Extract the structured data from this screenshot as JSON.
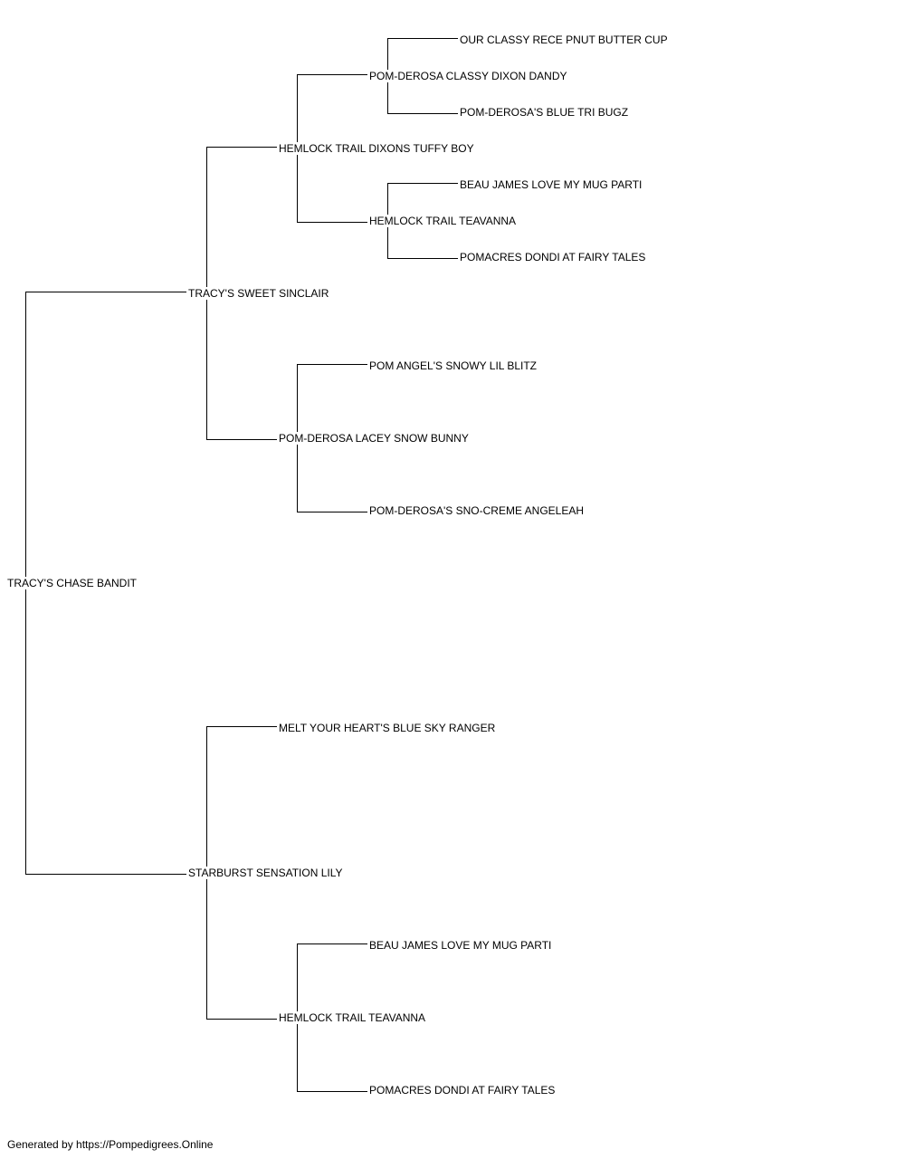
{
  "pedigree": {
    "root": "TRACY'S CHASE BANDIT",
    "sire": {
      "name": "TRACY'S SWEET SINCLAIR",
      "sire": {
        "name": "HEMLOCK TRAIL DIXONS TUFFY BOY",
        "sire": {
          "name": "POM-DEROSA CLASSY DIXON DANDY",
          "sire": "OUR CLASSY RECE PNUT BUTTER CUP",
          "dam": "POM-DEROSA'S BLUE TRI BUGZ"
        },
        "dam": {
          "name": "HEMLOCK TRAIL TEAVANNA",
          "sire": "BEAU JAMES LOVE MY MUG PARTI",
          "dam": "POMACRES DONDI AT FAIRY TALES"
        }
      },
      "dam": {
        "name": "POM-DEROSA LACEY SNOW BUNNY",
        "sire": "POM ANGEL'S SNOWY LIL BLITZ",
        "dam": "POM-DEROSA'S SNO-CREME ANGELEAH"
      }
    },
    "dam": {
      "name": "STARBURST SENSATION LILY",
      "sire": "MELT YOUR HEART'S BLUE SKY RANGER",
      "dam": {
        "name": "HEMLOCK TRAIL TEAVANNA",
        "sire": "BEAU JAMES LOVE MY MUG PARTI",
        "dam": "POMACRES DONDI AT FAIRY TALES"
      }
    }
  },
  "footer": "Generated by https://Pompedigrees.Online",
  "colors": {
    "line": "#000000",
    "text": "#000000",
    "background": "#ffffff"
  }
}
